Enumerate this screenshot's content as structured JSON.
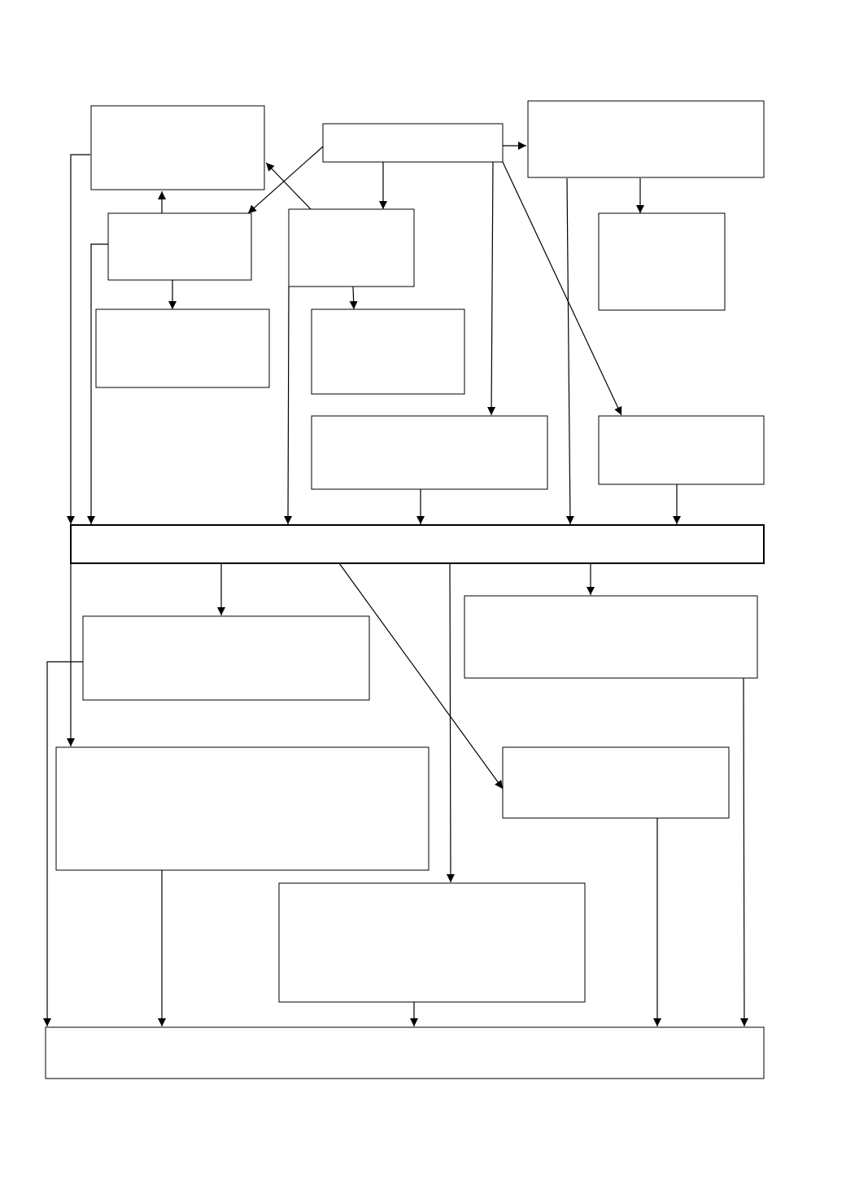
{
  "diagram": {
    "kind": "flowchart",
    "colors": {
      "stroke": "#000000",
      "fill": "#ffffff",
      "background": "#ffffff"
    },
    "nodes": [
      {
        "id": "n1",
        "text": ""
      },
      {
        "id": "n2",
        "text": ""
      },
      {
        "id": "n3",
        "text": ""
      },
      {
        "id": "n4",
        "text": ""
      },
      {
        "id": "n5",
        "text": ""
      },
      {
        "id": "n6",
        "text": ""
      },
      {
        "id": "n7",
        "text": ""
      },
      {
        "id": "n8",
        "text": ""
      },
      {
        "id": "n9",
        "text": ""
      },
      {
        "id": "n10",
        "text": ""
      },
      {
        "id": "n11",
        "text": ""
      },
      {
        "id": "n12",
        "text": ""
      },
      {
        "id": "n13",
        "text": ""
      },
      {
        "id": "n14",
        "text": ""
      },
      {
        "id": "n15",
        "text": ""
      },
      {
        "id": "n16",
        "text": ""
      },
      {
        "id": "n17",
        "text": ""
      },
      {
        "id": "n18",
        "text": ""
      }
    ]
  }
}
